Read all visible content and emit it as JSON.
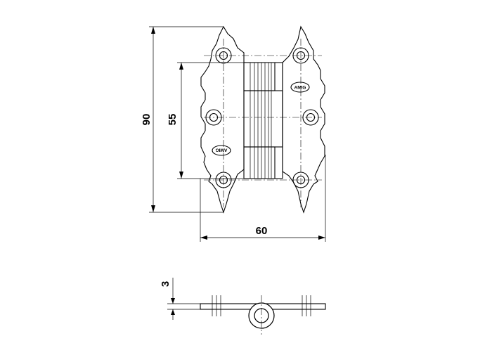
{
  "dimensions": {
    "height_total": "90",
    "hole_spacing": "55",
    "width_total": "60",
    "thickness": "3"
  },
  "logo_text": "AMIG"
}
